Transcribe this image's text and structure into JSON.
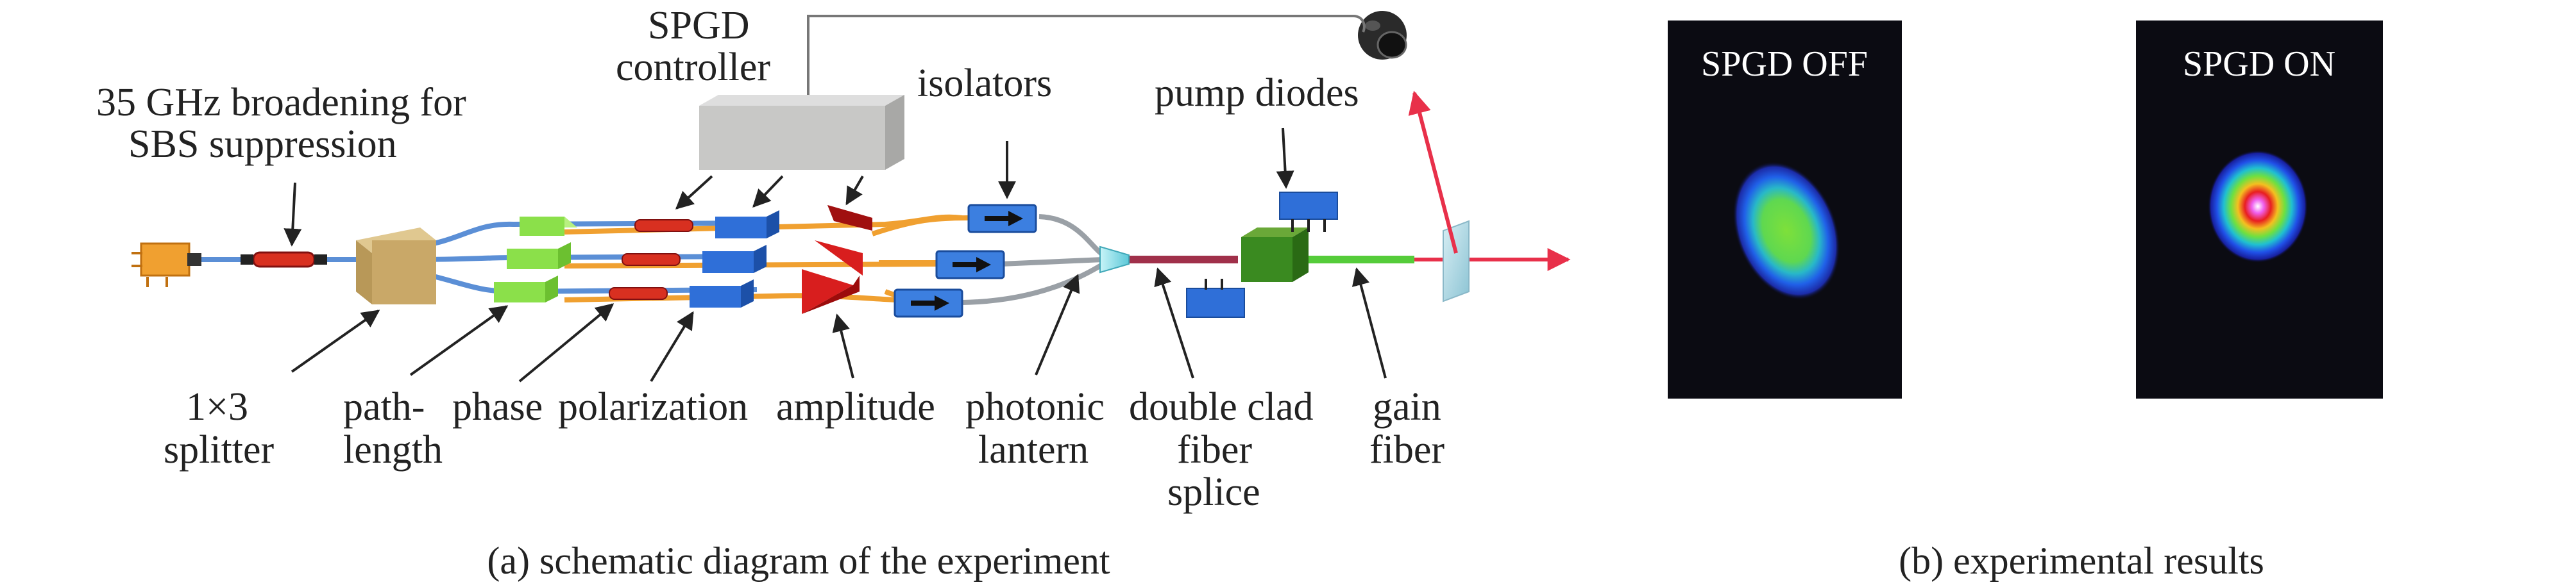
{
  "labels": {
    "sbs_line1": "35 GHz broadening for",
    "sbs_line2": "SBS suppression",
    "spgd_line1": "SPGD",
    "spgd_line2": "controller",
    "isolators": "isolators",
    "pump_diodes": "pump diodes",
    "splitter_line1": "1×3",
    "splitter_line2": "splitter",
    "path_line1": "path-",
    "path_line2": "length",
    "phase": "phase",
    "polarization": "polarization",
    "amplitude": "amplitude",
    "lantern_line1": "photonic",
    "lantern_line2": "lantern",
    "dc_line1": "double clad",
    "dc_line2": "fiber",
    "dc_line3": "splice",
    "gain_line1": "gain",
    "gain_line2": "fiber"
  },
  "panels": {
    "off_title": "SPGD OFF",
    "on_title": "SPGD ON"
  },
  "captions": {
    "a": "(a) schematic diagram of the experiment",
    "b": "(b) experimental results"
  },
  "colors": {
    "fiber_blue": "#5b8fd6",
    "fiber_orange": "#f0a030",
    "red_arrow": "#e8304a",
    "phase_green": "#8be04a",
    "polarization_blue": "#2f6fd8",
    "amplitude_red": "#d81e1e",
    "controller_gray": "#c8c8c6",
    "splitter_tan": "#c9a868",
    "gain_green": "#55cc3a",
    "splice_maroon": "#a0304a"
  }
}
